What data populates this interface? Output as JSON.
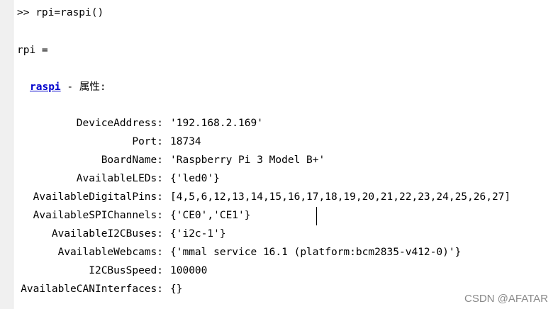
{
  "console": {
    "command_line": ">> rpi=raspi()",
    "variable_line": "rpi =",
    "class_name": "raspi",
    "class_suffix": " - 属性:"
  },
  "properties": [
    {
      "key": "DeviceAddress:",
      "value": "'192.168.2.169'"
    },
    {
      "key": "Port:",
      "value": "18734"
    },
    {
      "key": "BoardName:",
      "value": "'Raspberry Pi 3 Model B+'"
    },
    {
      "key": "AvailableLEDs:",
      "value": "{'led0'}"
    },
    {
      "key": "AvailableDigitalPins:",
      "value": "[4,5,6,12,13,14,15,16,17,18,19,20,21,22,23,24,25,26,27]"
    },
    {
      "key": "AvailableSPIChannels:",
      "value": "{'CE0','CE1'}"
    },
    {
      "key": "AvailableI2CBuses:",
      "value": "{'i2c-1'}"
    },
    {
      "key": "AvailableWebcams:",
      "value": "{'mmal service 16.1 (platform:bcm2835-v412-0)'}"
    },
    {
      "key": "I2CBusSpeed:",
      "value": "100000"
    },
    {
      "key": "AvailableCANInterfaces:",
      "value": "{}"
    }
  ],
  "watermark": "CSDN @AFATAR"
}
